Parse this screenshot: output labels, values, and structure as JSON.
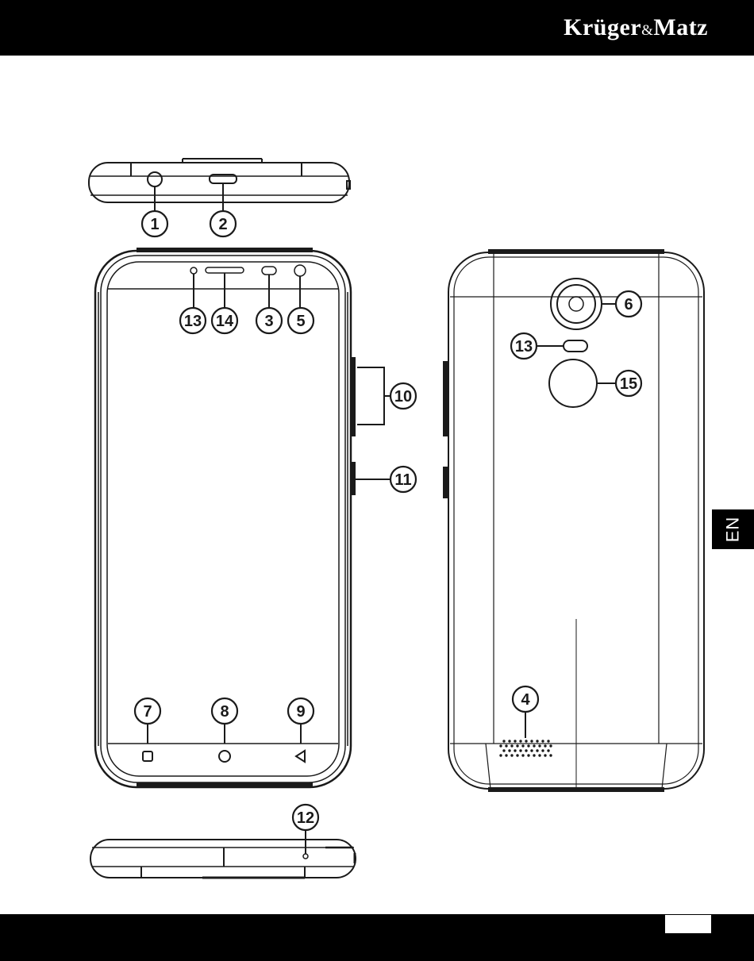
{
  "header": {
    "brand_main": "Krüger",
    "brand_amp": "&",
    "brand_end": "Matz",
    "background": "#000000"
  },
  "language_tab": {
    "label": "EN"
  },
  "footer": {
    "page_number": ""
  },
  "callouts": [
    {
      "id": "c1",
      "label": "1",
      "part": "headphone jack"
    },
    {
      "id": "c2",
      "label": "2",
      "part": "top port"
    },
    {
      "id": "c13a",
      "label": "13",
      "part": "front light sensor"
    },
    {
      "id": "c14",
      "label": "14",
      "part": "earpiece"
    },
    {
      "id": "c3",
      "label": "3",
      "part": "front sensor"
    },
    {
      "id": "c5",
      "label": "5",
      "part": "front camera"
    },
    {
      "id": "c10",
      "label": "10",
      "part": "volume buttons"
    },
    {
      "id": "c11",
      "label": "11",
      "part": "power button"
    },
    {
      "id": "c7",
      "label": "7",
      "part": "recent apps key"
    },
    {
      "id": "c8",
      "label": "8",
      "part": "home key"
    },
    {
      "id": "c9",
      "label": "9",
      "part": "back key"
    },
    {
      "id": "c12",
      "label": "12",
      "part": "microphone"
    },
    {
      "id": "c6",
      "label": "6",
      "part": "rear camera"
    },
    {
      "id": "c13b",
      "label": "13",
      "part": "flash"
    },
    {
      "id": "c15",
      "label": "15",
      "part": "fingerprint sensor"
    },
    {
      "id": "c4",
      "label": "4",
      "part": "speaker"
    }
  ]
}
